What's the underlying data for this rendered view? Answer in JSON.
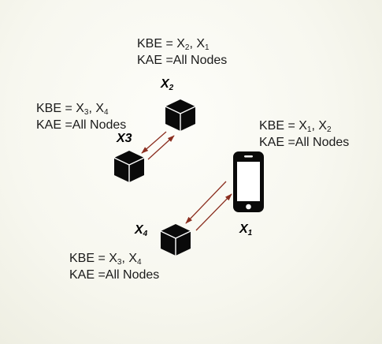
{
  "nodes": {
    "x2": {
      "label": "X",
      "label_sub": "2",
      "kbe": {
        "prefix": "KBE = X",
        "sub1": "2",
        "mid": ", X",
        "sub2": "1"
      },
      "kae": "KAE =All Nodes"
    },
    "x3": {
      "label": "X3",
      "kbe": {
        "prefix": "KBE = X",
        "sub1": "3",
        "mid": ", X",
        "sub2": "4"
      },
      "kae": "KAE =All Nodes"
    },
    "x1": {
      "label": "X",
      "label_sub": "1",
      "kbe": {
        "prefix": "KBE = X",
        "sub1": "1",
        "mid": ", X",
        "sub2": "2"
      },
      "kae": "KAE =All Nodes"
    },
    "x4": {
      "label": "X",
      "label_sub": "4",
      "kbe": {
        "prefix": "KBE = X",
        "sub1": "3",
        "mid": ", X",
        "sub2": "4"
      },
      "kae": "KAE =All Nodes"
    }
  },
  "colors": {
    "arrow": "#8b2e1f",
    "node": "#0a0a0a",
    "text": "#1a1a1a"
  },
  "icons": {
    "cube": "cube-icon",
    "phone": "smartphone-icon"
  }
}
